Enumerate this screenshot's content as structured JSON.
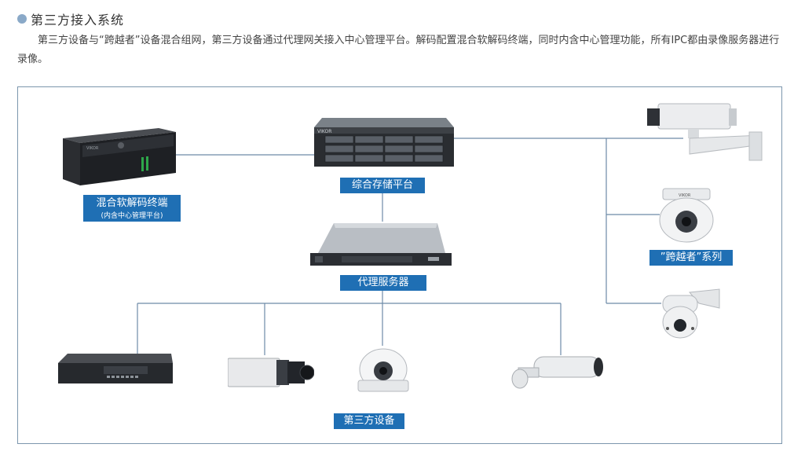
{
  "header": {
    "title": "第三方接入系统",
    "description": "第三方设备与“跨越者”设备混合组网，第三方设备通过代理网关接入中心管理平台。解码配置混合软解码终端，同时内含中心管理功能，所有IPC都由录像服务器进行录像。"
  },
  "labels": {
    "storage": "综合存储平台",
    "decoder": "混合软解码终端",
    "decoder_sub": "(内含中心管理平台)",
    "proxy": "代理服务器",
    "kuayuezhe": "”跨越者”系列",
    "third_party": "第三方设备"
  },
  "brand": "VIKOR",
  "colors": {
    "accent": "#1f6fb4",
    "wire": "#6d8aa8",
    "frame": "#7c96ad"
  },
  "icons": {
    "decoder": "decoder-server-icon",
    "storage": "storage-array-icon",
    "proxy": "rack-server-icon",
    "nvr": "nvr-icon",
    "box_camera": "box-camera-icon",
    "dome_camera": "dome-camera-icon",
    "bullet_camera": "bullet-camera-icon",
    "speed_dome": "speed-dome-icon"
  }
}
